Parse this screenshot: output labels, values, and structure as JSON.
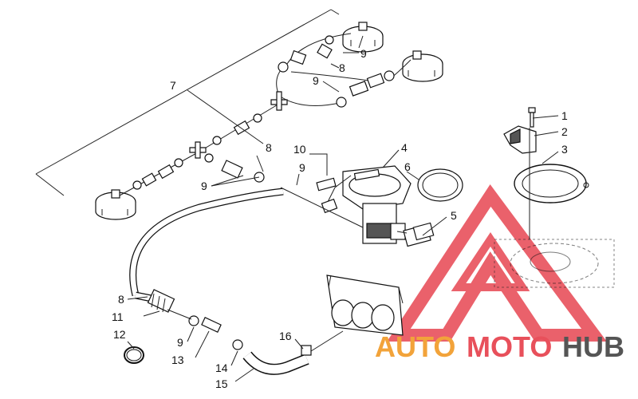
{
  "callouts": {
    "c1": "1",
    "c2": "2",
    "c3": "3",
    "c4": "4",
    "c5": "5",
    "c6": "6",
    "c7": "7",
    "c8a": "8",
    "c8b": "8",
    "c8c": "8",
    "c9a": "9",
    "c9b": "9",
    "c9c": "9",
    "c9d": "9",
    "c9e": "9",
    "c10": "10",
    "c11": "11",
    "c12": "12",
    "c13": "13",
    "c14": "14",
    "c15": "15",
    "c16": "16"
  },
  "watermark": {
    "auto": "AUTO",
    "moto": "MOTO",
    "hub": "HUB",
    "colors": {
      "triangle": "#e8505b",
      "auto": "#f2a33a",
      "moto": "#e8505b",
      "hub": "#555555"
    }
  }
}
